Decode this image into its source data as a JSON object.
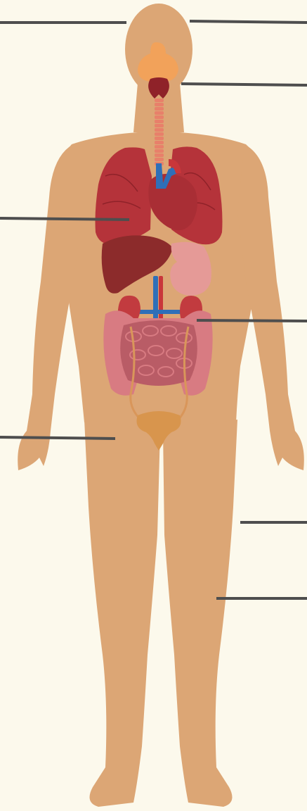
{
  "colors": {
    "background": "#fcf9ec",
    "skin": "#dca675",
    "lung": "#b5333a",
    "lung_dark": "#8f2229",
    "heart": "#a92e35",
    "liver": "#8c2b2b",
    "stomach": "#e59a97",
    "intestine": "#d87b82",
    "intestine_dark": "#b95c66",
    "kidney": "#c23b3f",
    "vessel_blue": "#2f6fb8",
    "vessel_red": "#c9363a",
    "trachea": "#e8806a",
    "brain_orange": "#f2a25a",
    "bladder": "#d8954d",
    "ureter": "#d9965a",
    "leader_line": "#4e4e4e"
  },
  "diagram": {
    "subject": "human-body-anterior-view",
    "organs": [
      "pituitary",
      "thyroid",
      "trachea",
      "lungs",
      "heart",
      "liver",
      "stomach",
      "kidneys",
      "aorta",
      "vena-cava",
      "intestines",
      "ureters",
      "bladder"
    ],
    "leader_lines": [
      "head",
      "throat",
      "lung",
      "kidney",
      "abdomen",
      "thigh",
      "calf"
    ],
    "labels": []
  }
}
